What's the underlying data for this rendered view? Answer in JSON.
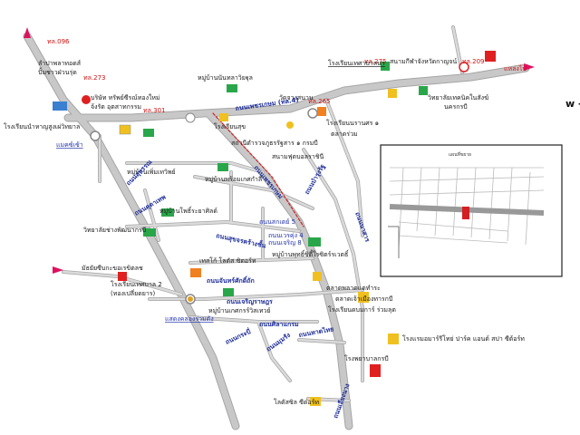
{
  "labels": {
    "top_left_lake": "ลำปาพลาทอดส์",
    "top_left_station": "ปั้มชาวฝ่วนรุ่ด",
    "company_1": "บริษัท ทรัพย์ซีรณ์ทองใหม่",
    "company_2": "จ้งรัต อุตสาทกรรม",
    "school_left": "โรงเรียนนำหาญสูงเผ่วิทยาล",
    "market_left": "แมคซ์เซ้า",
    "village_top_1": "หมู่บ้านนันทลาวิยฐุล",
    "kindergarten": "โรงเรียนสุข",
    "police": "สถานีตำรวจภูธรรัฐสาร ๑ กรมบี",
    "wat": "วัดจวงสนาน",
    "cross_top_right": "โรงเรียนเทศาบาลนา",
    "arena": "สนามกีฬาจังหวัดกาญจน์",
    "school_kanchana": "โรงเรียนนรานศร ๑",
    "market_top": "ตลาดร่วม",
    "uni": "วิทยาลัยเทคนิคในสังฆ์",
    "nakhon": "นครกรบี",
    "field": "สนามฟุตบอลราชินี",
    "village_mid_1": "หมู่บ้านเพิ่มเทวิพย์",
    "village_mid_2": "หมู่บ้านพร้อมเกศกำลี",
    "village_mid_3": "หมู่บ้านโพธิ์ระยาศิลด์",
    "college_left": "วิทยาลัยช่างพัฒนากรบี",
    "road_a_sign": "ถนนสกเตย์ 5",
    "road_b_sign": "ถนนเวรคุ่ง 4",
    "road_c_sign": "ถนนเจริญ 8",
    "village_right": "หมู่บ้านพุทธิ์ซิตี้ใรซิตร์รเวตธิ์",
    "west_school": "มัธยัยซีบกะขอเรขิตลช",
    "west_school_2": "โรงเรียนเทศบาล 2",
    "west_school_3": "(ทองเปลี่ยดยาร)",
    "tesco": "เทสโก้ โลตัส ซิตอร์ท",
    "market_mid": "ตลาดพลาตแตทำระ",
    "village_bottom": "หมู่บ้านเกศกรร์วิสเทวย์",
    "cross_label": "แสดงคลองร่วมดัง",
    "school_bottom_right": "โรงเรียนดบมการ์ ร่วมลุต",
    "big_market": "ตลาดเจ้าเมืองทารกบี",
    "hotel": "โรงแรมอมาร์รีโทย่ ปาร์ค แอนด์ สปา ซีต้อร์ท",
    "hospital": "โรงพยาบาลกรบี",
    "lotus_bottom": "โลตัสซิล ซีต่อร์ท",
    "top_right_sign": "แหล่งไป",
    "inset_title": "แผนที่ขยาย",
    "w_edge": "w -"
  },
  "roads": {
    "main_hwy": "ถนนเพชรเกษม (ทล.4)",
    "road_hwy_diag": "ถนนเพชรเกษม",
    "road_nw": "ถนนสุพรรณ",
    "road_n2": "ถนนคุดาเทพ",
    "road_center": "ถนนสุขจรคร้างชั้น",
    "road_east": "ถนนบำรุงรัฐ",
    "road_e2": "ถนนนาสาร",
    "road_s1": "ถนนจันทร์ศักดิ์ถัก",
    "road_s2": "ถนนเจริญราษฎร",
    "road_s3": "ถนนศิลาแกรม",
    "road_s4": "ถนนหาดไทย",
    "road_s5": "ถนนมุมรัง",
    "road_s6": "ถนนกระบี่",
    "road_bottom": "ถนนเอียงนาง"
  },
  "route_badges": {
    "badge_1": "ทล.096",
    "badge_2": "ทล.273",
    "badge_3": "ทล.301",
    "badge_4": "ทล.275",
    "badge_5": "ทล.209",
    "badge_6": "ทล.265"
  },
  "colors": {
    "road_fill": "#c8c8c8",
    "road_edge": "#9a9a9a",
    "highway_red": "#d42020",
    "text_blue": "#1f2f9a",
    "icon_green": "#2aa64a",
    "icon_yellow": "#f0c020",
    "icon_orange": "#f08020"
  }
}
